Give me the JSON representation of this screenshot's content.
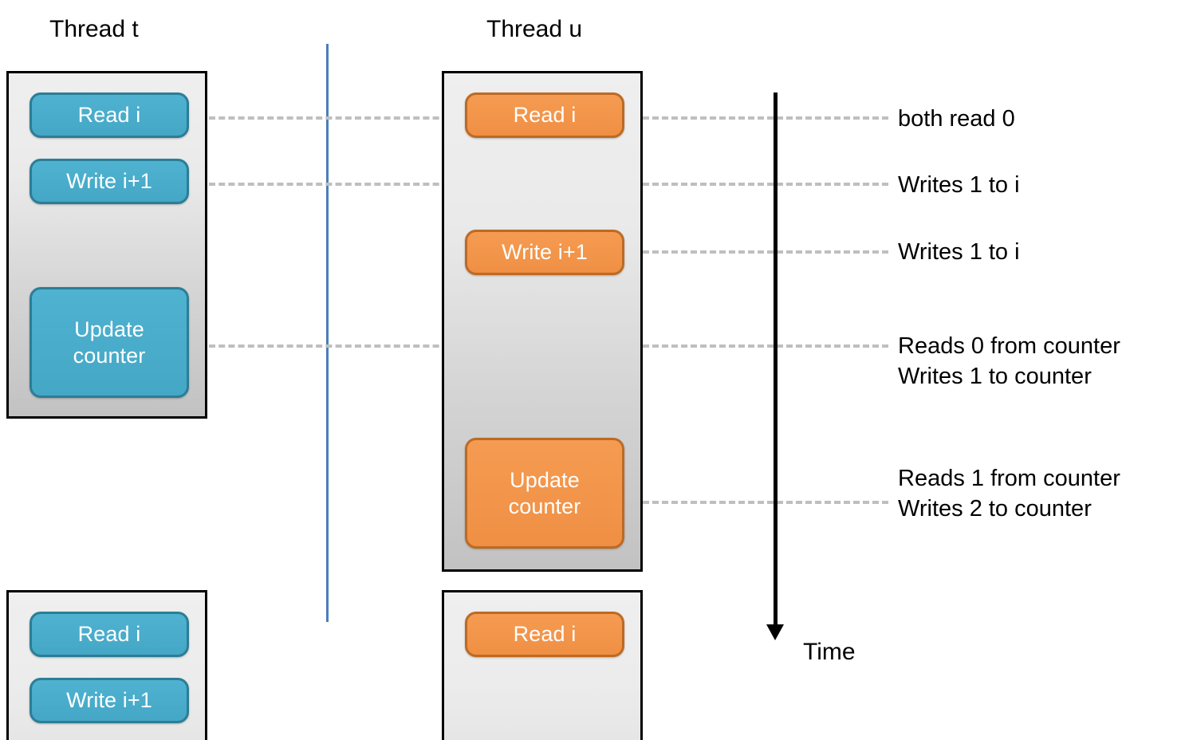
{
  "diagram": {
    "title_time_label": "Time",
    "threads": [
      {
        "id": "thread-t",
        "heading": "Thread t",
        "color": "#49acca",
        "border_color": "#2b7e96",
        "operations": [
          {
            "label": "Read i"
          },
          {
            "label": "Write i+1"
          },
          {
            "label_line1": "Update",
            "label_line2": "counter"
          }
        ],
        "repeat_operations": [
          {
            "label": "Read i"
          },
          {
            "label": "Write i+1"
          }
        ]
      },
      {
        "id": "thread-u",
        "heading": "Thread u",
        "color": "#f2954a",
        "border_color": "#bd6a23",
        "operations": [
          {
            "label": "Read i"
          },
          {
            "label": "Write i+1"
          },
          {
            "label_line1": "Update",
            "label_line2": "counter"
          }
        ],
        "repeat_operations": [
          {
            "label": "Read i"
          }
        ]
      }
    ],
    "annotations": [
      {
        "id": "annotation-both-read-0",
        "lines": [
          "both read 0"
        ]
      },
      {
        "id": "annotation-writes-1-to-i-t",
        "lines": [
          "Writes 1 to i"
        ]
      },
      {
        "id": "annotation-writes-1-to-i-u",
        "lines": [
          "Writes 1 to i"
        ]
      },
      {
        "id": "annotation-counter-0-to-1",
        "lines": [
          "Reads 0 from counter",
          "Writes 1 to counter"
        ]
      },
      {
        "id": "annotation-counter-1-to-2",
        "lines": [
          "Reads 1 from counter",
          "Writes 2 to counter"
        ]
      }
    ],
    "colors": {
      "teal_fill": "#49acca",
      "teal_border": "#2b7e96",
      "orange_fill": "#f2954a",
      "orange_border": "#bd6a23",
      "panel_border": "#000000",
      "dash_gray": "#bfbfbf",
      "separator_blue": "#4a7ebb",
      "time_axis_black": "#000000",
      "text_black": "#000000",
      "box_text_white": "#ffffff"
    }
  }
}
